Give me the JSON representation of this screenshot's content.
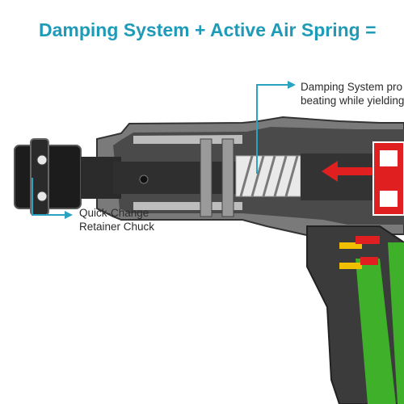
{
  "title": "Damping System + Active Air Spring =",
  "callouts": {
    "damping": {
      "line1": "Damping System pro",
      "line2": "beating while yielding"
    },
    "chuck": {
      "line1": "Quick-Change",
      "line2": "Retainer Chuck"
    }
  },
  "colors": {
    "title": "#1f9bb8",
    "leader_line": "#2aa3c0",
    "housing_dark": "#3d3d3d",
    "housing_gray": "#8a8a8a",
    "accent_red": "#e02020",
    "grip_green": "#3fb02a",
    "accent_yellow": "#f0c000"
  }
}
